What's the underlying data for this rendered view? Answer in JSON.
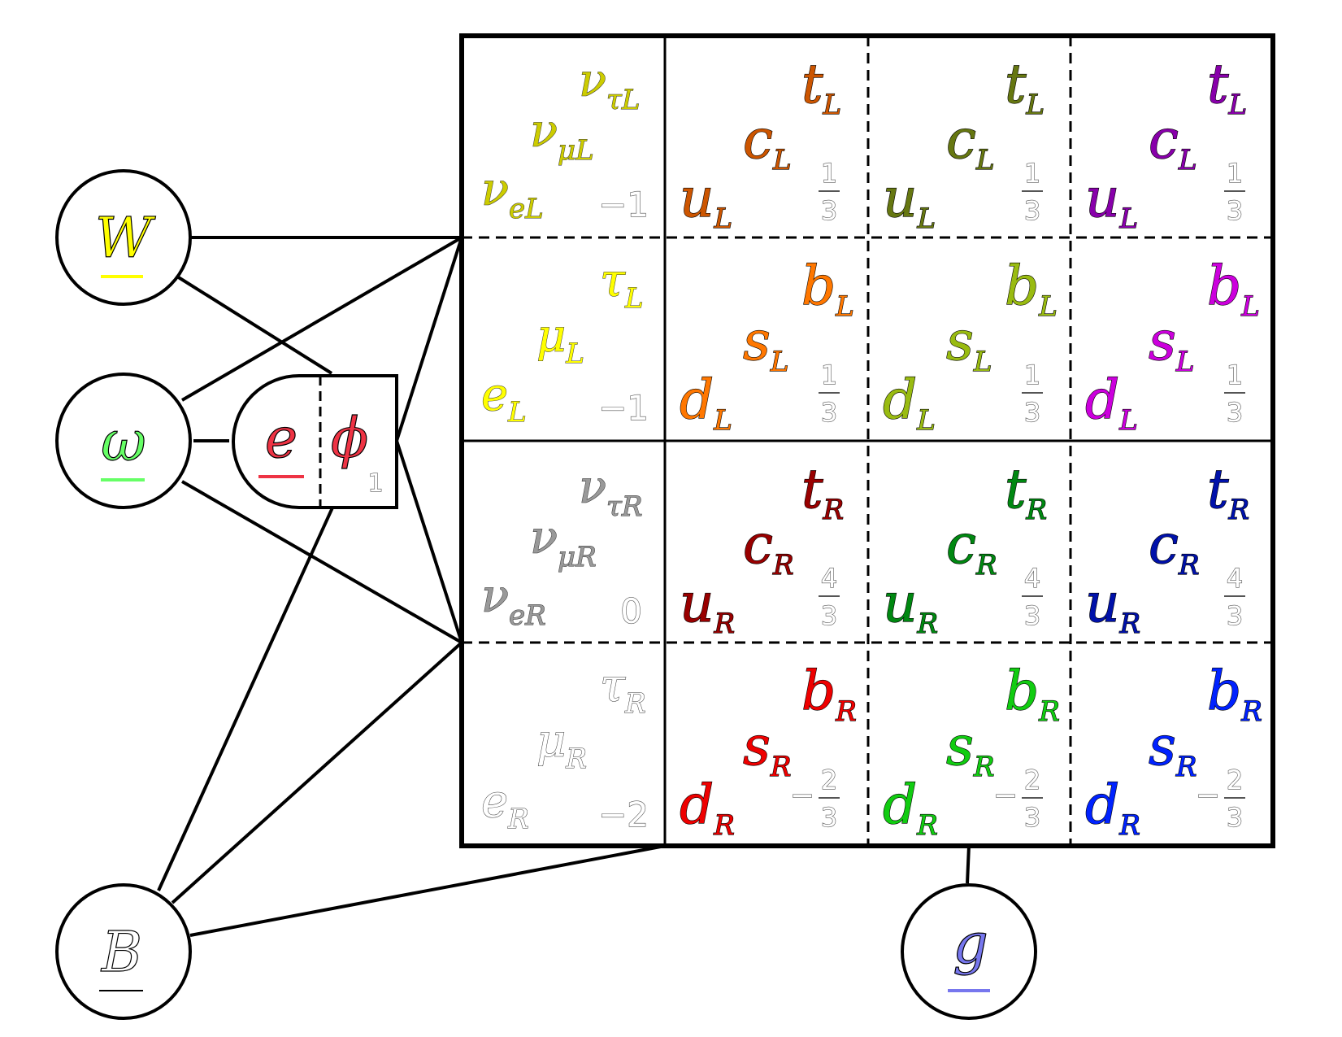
{
  "bosons": {
    "W": {
      "symbol": "W",
      "color": "#ffff00"
    },
    "omega": {
      "symbol": "ω",
      "color": "#66ff66"
    },
    "B": {
      "symbol": "B",
      "color": "#ffffff"
    },
    "g": {
      "symbol": "g",
      "color": "#7777ee"
    }
  },
  "capsule": {
    "e": {
      "symbol": "e",
      "color": "#ee3344"
    },
    "phi": {
      "symbol": "ϕ",
      "subscript": "1",
      "color": "#ee3344"
    }
  },
  "leptons": {
    "row0": {
      "nu_tau": "ν",
      "nu_tau_sub": "τL",
      "nu_mu": "ν",
      "nu_mu_sub": "μL",
      "nu_e": "ν",
      "nu_e_sub": "eL",
      "charge": "−1",
      "color": "#cccc00"
    },
    "row1": {
      "tau": "τ",
      "tau_sub": "L",
      "mu": "μ",
      "mu_sub": "L",
      "e": "e",
      "e_sub": "L",
      "charge": "−1",
      "color": "#ffff00"
    },
    "row2": {
      "nu_tau": "ν",
      "nu_tau_sub": "τR",
      "nu_mu": "ν",
      "nu_mu_sub": "μR",
      "nu_e": "ν",
      "nu_e_sub": "eR",
      "charge": "0",
      "color": "#999999"
    },
    "row3": {
      "tau": "τ",
      "tau_sub": "R",
      "mu": "μ",
      "mu_sub": "R",
      "e": "e",
      "e_sub": "R",
      "charge": "−2",
      "color": "#ffffff"
    }
  },
  "quarks": {
    "row0": {
      "top": "t",
      "mid": "c",
      "low": "u",
      "sub": "L",
      "charge_num": "1",
      "charge_den": "3",
      "colors": [
        "#cc5500",
        "#667711",
        "#8800aa"
      ]
    },
    "row1": {
      "top": "b",
      "mid": "s",
      "low": "d",
      "sub": "L",
      "charge_num": "1",
      "charge_den": "3",
      "colors": [
        "#ff7700",
        "#99bb11",
        "#cc00dd"
      ]
    },
    "row2": {
      "top": "t",
      "mid": "c",
      "low": "u",
      "sub": "R",
      "charge_num": "4",
      "charge_den": "3",
      "colors": [
        "#990000",
        "#008811",
        "#0011aa"
      ]
    },
    "row3": {
      "top": "b",
      "mid": "s",
      "low": "d",
      "sub": "R",
      "charge_sign": "−",
      "charge_num": "2",
      "charge_den": "3",
      "colors": [
        "#ee0000",
        "#11cc11",
        "#0022ff"
      ]
    }
  }
}
